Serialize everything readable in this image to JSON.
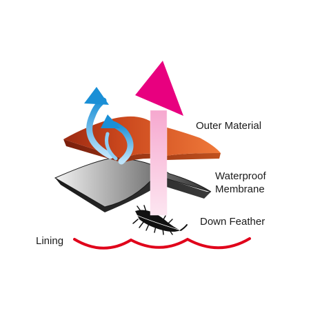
{
  "labels": {
    "outer_material": "Outer Material",
    "membrane_line1": "Waterproof",
    "membrane_line2": "Membrane",
    "down_feather": "Down Feather",
    "lining": "Lining"
  },
  "colors": {
    "background": "#ffffff",
    "outer_material_dark": "#9c2a12",
    "outer_material_mid": "#c9461c",
    "outer_material_light": "#f07a3a",
    "membrane_dark": "#2d2d2d",
    "membrane_light": "#f0f0f0",
    "breathability_arrow": "#e8007f",
    "breathability_stem": "#f7b3d5",
    "vapor_arrow": "#1a8fd6",
    "feather": "#111111",
    "lining": "#e0001a",
    "text": "#1a1a1a"
  },
  "icons": {
    "breathability": "upward-arrow-icon",
    "moisture_vapor": "curved-arrow-icon",
    "insulation": "feather-icon"
  }
}
